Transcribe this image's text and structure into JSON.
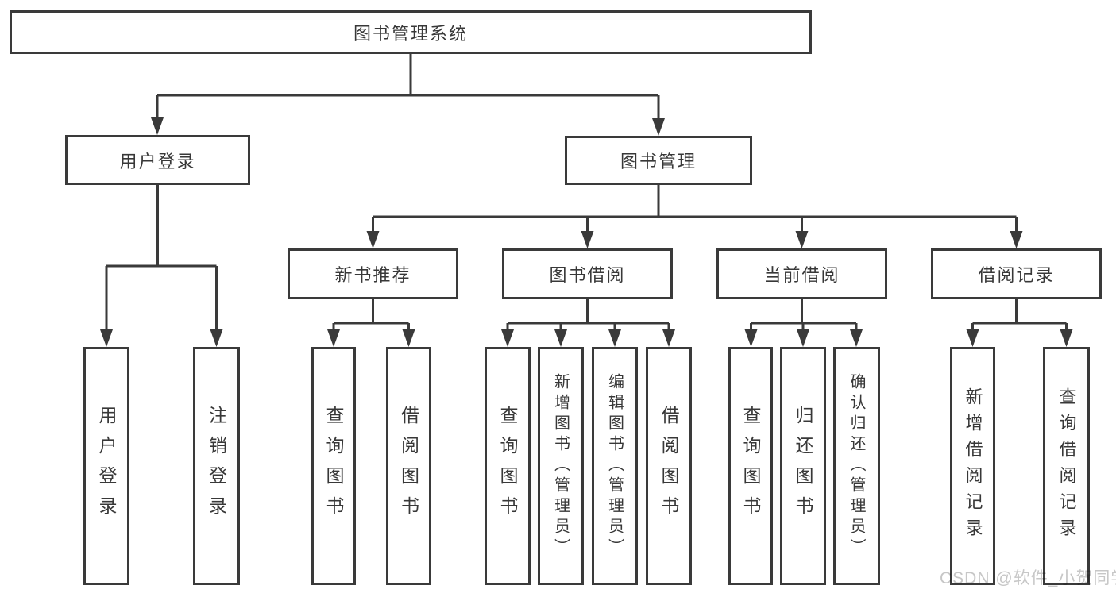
{
  "diagram": {
    "root": {
      "label": "图书管理系统"
    },
    "branches": [
      {
        "label": "用户登录",
        "children": [
          {
            "label": "用户登录"
          },
          {
            "label": "注销登录"
          }
        ]
      },
      {
        "label": "图书管理",
        "sections": [
          {
            "label": "新书推荐",
            "children": [
              {
                "label": "查询图书"
              },
              {
                "label": "借阅图书"
              }
            ]
          },
          {
            "label": "图书借阅",
            "children": [
              {
                "label": "查询图书"
              },
              {
                "label": "新增图书（管理员）"
              },
              {
                "label": "编辑图书（管理员）"
              },
              {
                "label": "借阅图书"
              }
            ]
          },
          {
            "label": "当前借阅",
            "children": [
              {
                "label": "查询图书"
              },
              {
                "label": "归还图书"
              },
              {
                "label": "确认归还（管理员）"
              }
            ]
          },
          {
            "label": "借阅记录",
            "children": [
              {
                "label": "新增借阅记录"
              },
              {
                "label": "查询借阅记录"
              }
            ]
          }
        ]
      }
    ]
  },
  "watermark": {
    "text": "CSDN @软件_小贺同学"
  },
  "colors": {
    "line": "#3a3a3a",
    "box_border": "#3a3a3a",
    "text": "#383838",
    "background": "#ffffff",
    "watermark": "#c7c7c7"
  }
}
